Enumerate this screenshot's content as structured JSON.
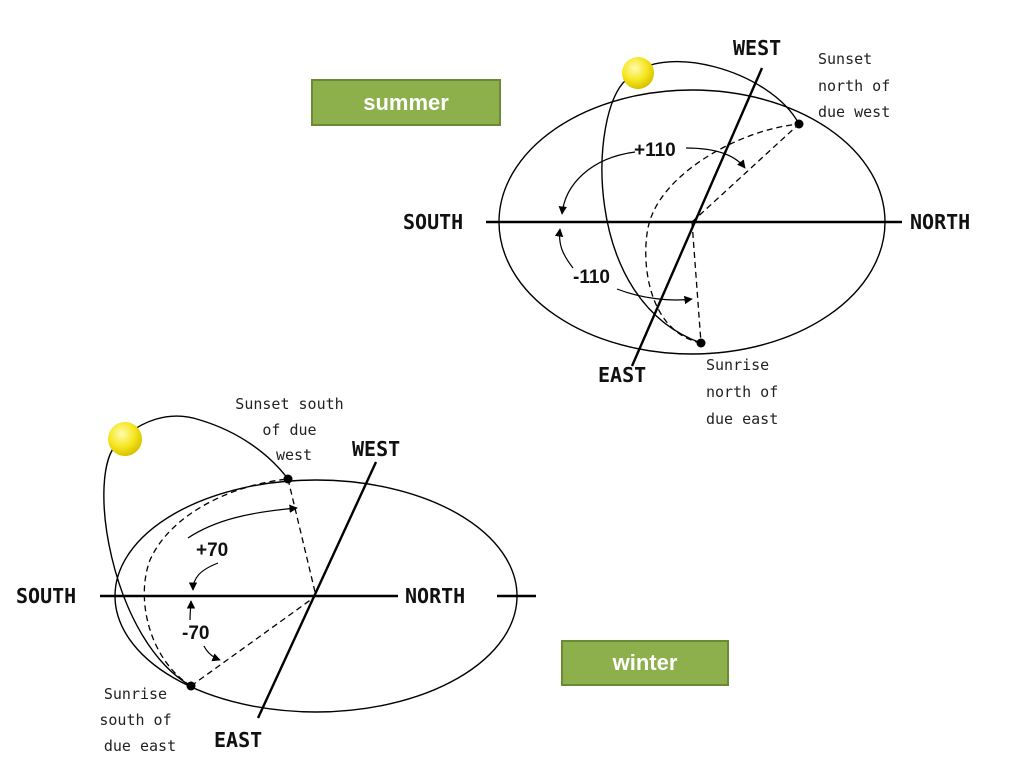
{
  "summer": {
    "label": "summer",
    "directions": {
      "south": "SOUTH",
      "north": "NORTH",
      "west": "WEST",
      "east": "EAST"
    },
    "angles": {
      "positive": "+110",
      "negative": "-110"
    },
    "sunset_note": [
      "Sunset",
      "north of",
      "due west"
    ],
    "sunrise_note": [
      "Sunrise",
      "north of",
      "due east"
    ],
    "sun_color": "#f5e61e"
  },
  "winter": {
    "label": "winter",
    "directions": {
      "south": "SOUTH",
      "north": "NORTH",
      "west": "WEST",
      "east": "EAST"
    },
    "angles": {
      "positive": "+70",
      "negative": "-70"
    },
    "sunset_note": [
      "Sunset south",
      "of due",
      "west"
    ],
    "sunrise_note": [
      "Sunrise",
      "south of",
      "due east"
    ],
    "sun_color": "#f5e61e"
  },
  "accent_color": "#8db04c"
}
